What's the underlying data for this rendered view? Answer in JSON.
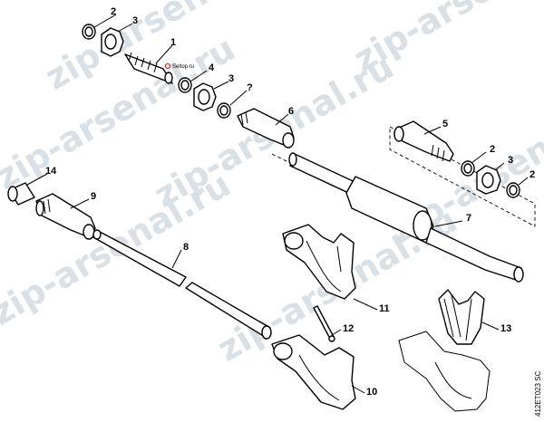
{
  "watermark": {
    "text": "zip-arsenal.ru",
    "color": "#d9e1e6"
  },
  "small_label": "Seltop.ru",
  "side_code": "412ET023 SC",
  "callouts": {
    "c1": "1",
    "c2a": "2",
    "c3a": "3",
    "c4": "4",
    "c3b": "3",
    "c2b": "?",
    "c6": "6",
    "c5": "5",
    "c2c": "2",
    "c3c": "3",
    "c2d": "2",
    "c14": "14",
    "c9": "9",
    "c7": "7",
    "c8": "8",
    "c11": "11",
    "c12": "12",
    "c13": "13",
    "c10": "10"
  }
}
